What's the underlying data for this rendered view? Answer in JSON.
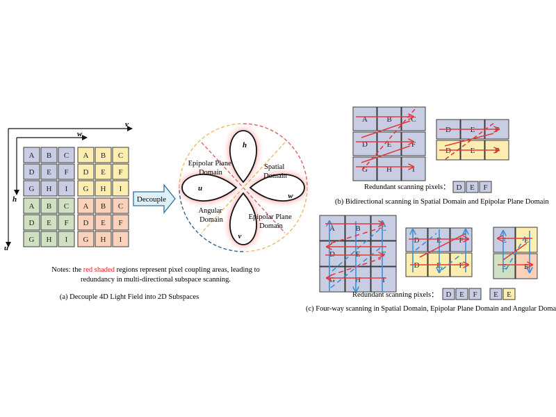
{
  "colors": {
    "blue_cell": "#c9cde3",
    "yellow_cell": "#fbeeb0",
    "green_cell": "#cfe0c3",
    "peach_cell": "#fbd2b9",
    "red_arrow": "#e23a3a",
    "blue_arrow": "#3b8fd6",
    "red_text": "#e02020",
    "decouple_fill": "#dff0f8",
    "decouple_stroke": "#2f6f96"
  },
  "grid_letters": [
    "A",
    "B",
    "C",
    "D",
    "E",
    "F",
    "G",
    "H",
    "I"
  ],
  "axes": {
    "w": "w",
    "v": "v",
    "h": "h",
    "u": "u"
  },
  "decouple_label": "Decouple",
  "petals": {
    "h": "h",
    "u": "u",
    "w": "w",
    "v": "v"
  },
  "domains": {
    "epipolar1": [
      "Epipolar Plane",
      "Domain"
    ],
    "spatial": [
      "Spatial",
      "Domain"
    ],
    "angular": [
      "Angular",
      "Domain"
    ],
    "epipolar2": [
      "Epipolar Plane",
      "Domain"
    ]
  },
  "notes": {
    "prefix": "Notes: the ",
    "highlight": "red shaded",
    "suffix": " regions represent pixel coupling areas, leading to",
    "line2": "redundancy in multi-directional subspace scanning."
  },
  "caption_a": "(a) Decouple 4D Light Field into 2D Subspaces",
  "redundant_label_b": "Redundant scanning pixels：",
  "redundant_cells_b": [
    "D",
    "E",
    "F"
  ],
  "caption_b": "(b) Bidirectional scanning in Spatial Domain and  Epipolar Plane Domain",
  "redundant_label_c": "Redundant scanning pixels：",
  "redundant_cells_c1": [
    "D",
    "E",
    "F"
  ],
  "redundant_cells_c2": [
    "E",
    "E"
  ],
  "caption_c": "(c) Four-way scanning in Spatial Domain, Epipolar Plane Domain and  Angular Domain"
}
